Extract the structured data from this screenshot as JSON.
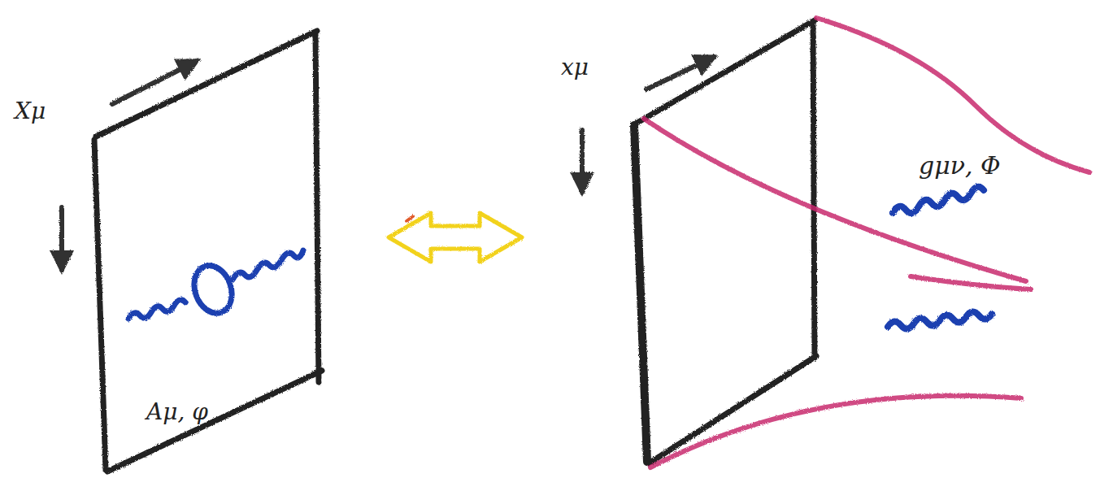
{
  "diagram": {
    "labels": [
      "Xμ",
      "Aμ, φ",
      "xμ",
      "gμν, Φ"
    ]
  }
}
